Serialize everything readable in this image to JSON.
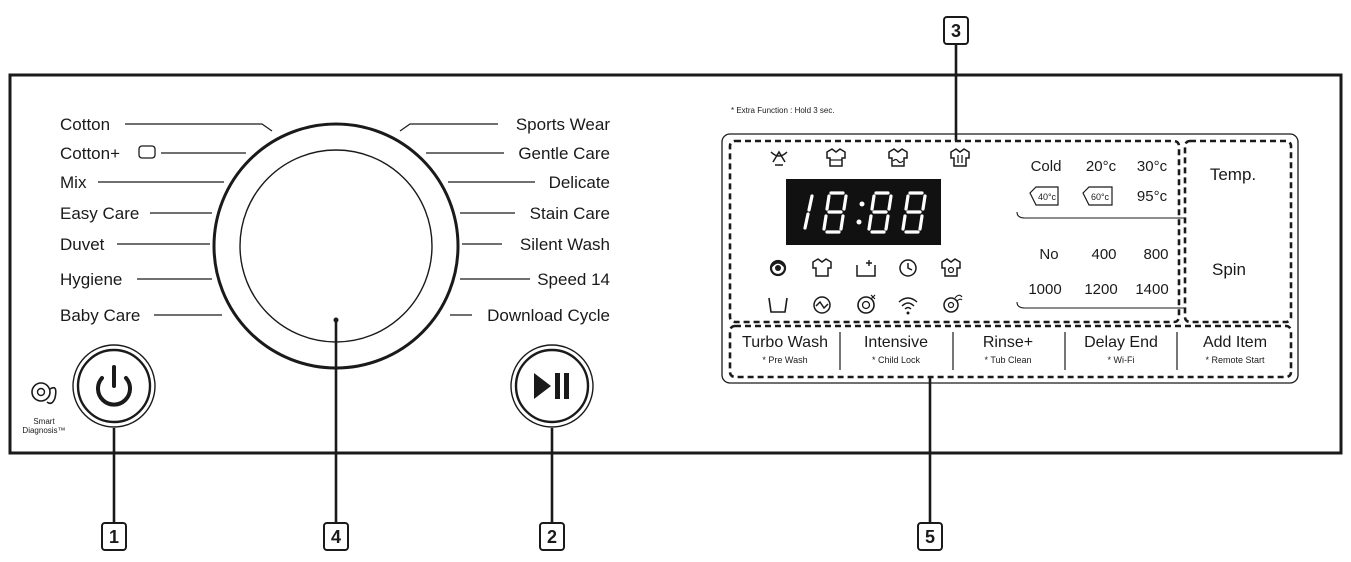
{
  "programs_left": [
    "Cotton",
    "Cotton+",
    "Mix",
    "Easy Care",
    "Duvet",
    "Hygiene",
    "Baby Care"
  ],
  "programs_right": [
    "Sports Wear",
    "Gentle Care",
    "Delicate",
    "Stain Care",
    "Silent Wash",
    "Speed 14",
    "Download Cycle"
  ],
  "extra_function_note": "* Extra Function : Hold 3 sec.",
  "display_digits": "18:88",
  "temperature_options": [
    "Cold",
    "20°c",
    "30°c",
    "40°c",
    "60°c",
    "95°c"
  ],
  "spin_options": [
    "No",
    "400",
    "800",
    "1000",
    "1200",
    "1400"
  ],
  "side_buttons": {
    "temp": "Temp.",
    "spin": "Spin"
  },
  "bottom_buttons": [
    {
      "label": "Turbo Wash",
      "sub": "* Pre Wash"
    },
    {
      "label": "Intensive",
      "sub": "* Child Lock"
    },
    {
      "label": "Rinse+",
      "sub": "* Tub Clean"
    },
    {
      "label": "Delay End",
      "sub": "* Wi-Fi"
    },
    {
      "label": "Add Item",
      "sub": "* Remote Start"
    }
  ],
  "smart_diagnosis": [
    "Smart",
    "Diagnosis™"
  ],
  "callouts": [
    "1",
    "2",
    "3",
    "4",
    "5"
  ],
  "icons": {
    "power_button": "power-icon",
    "start_pause_button": "play-pause-icon",
    "cotton_plus": "eco-bubble-icon",
    "smart_diagnosis": "smart-diagnosis-icon",
    "row1": [
      "stain-icon",
      "prewash-shirt-icon",
      "wash-shirt-icon",
      "steam-shirt-icon"
    ],
    "row2": [
      "spin-icon",
      "rinse-shirt-icon",
      "add-item-icon",
      "clock-icon",
      "turbo-icon"
    ],
    "row3": [
      "tub-icon",
      "child-lock-icon",
      "tub-clean-icon",
      "wifi-icon",
      "remote-start-icon"
    ]
  }
}
